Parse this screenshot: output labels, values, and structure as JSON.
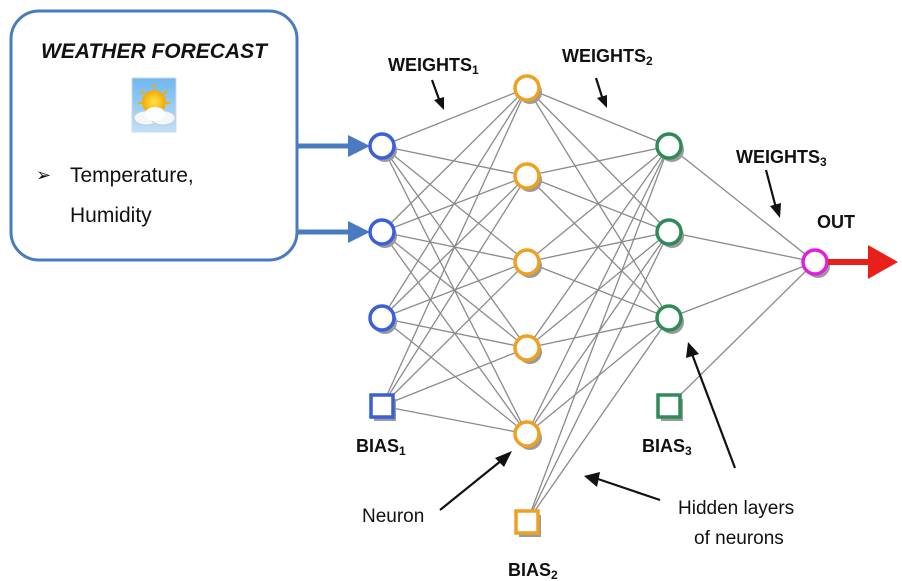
{
  "input_box": {
    "title": "WEATHER FORECAST",
    "bullet_symbol": "➢",
    "bullet_line1": "Temperature,",
    "bullet_line2": "Humidity",
    "icon": "sun-behind-cloud-icon"
  },
  "labels": {
    "weights1_main": "WEIGHTS",
    "weights1_sub": "1",
    "weights2_main": "WEIGHTS",
    "weights2_sub": "2",
    "weights3_main": "WEIGHTS",
    "weights3_sub": "3",
    "bias1_main": "BIAS",
    "bias1_sub": "1",
    "bias2_main": "BIAS",
    "bias2_sub": "2",
    "bias3_main": "BIAS",
    "bias3_sub": "3",
    "out": "OUT",
    "neuron": "Neuron",
    "hidden_line1": "Hidden layers",
    "hidden_line2": "of neurons"
  },
  "network": {
    "input_neurons": 3,
    "hidden1_neurons": 5,
    "hidden2_neurons": 3,
    "output_neurons": 1
  },
  "colors": {
    "input": "#3a5fd9",
    "hidden1": "#f0a020",
    "hidden2": "#2e8b57",
    "output": "#e020e0",
    "arrow_in": "#4a7bc0",
    "arrow_out": "#e8201a",
    "connection": "#8a8a8a",
    "box_border": "#4a7bc0"
  }
}
